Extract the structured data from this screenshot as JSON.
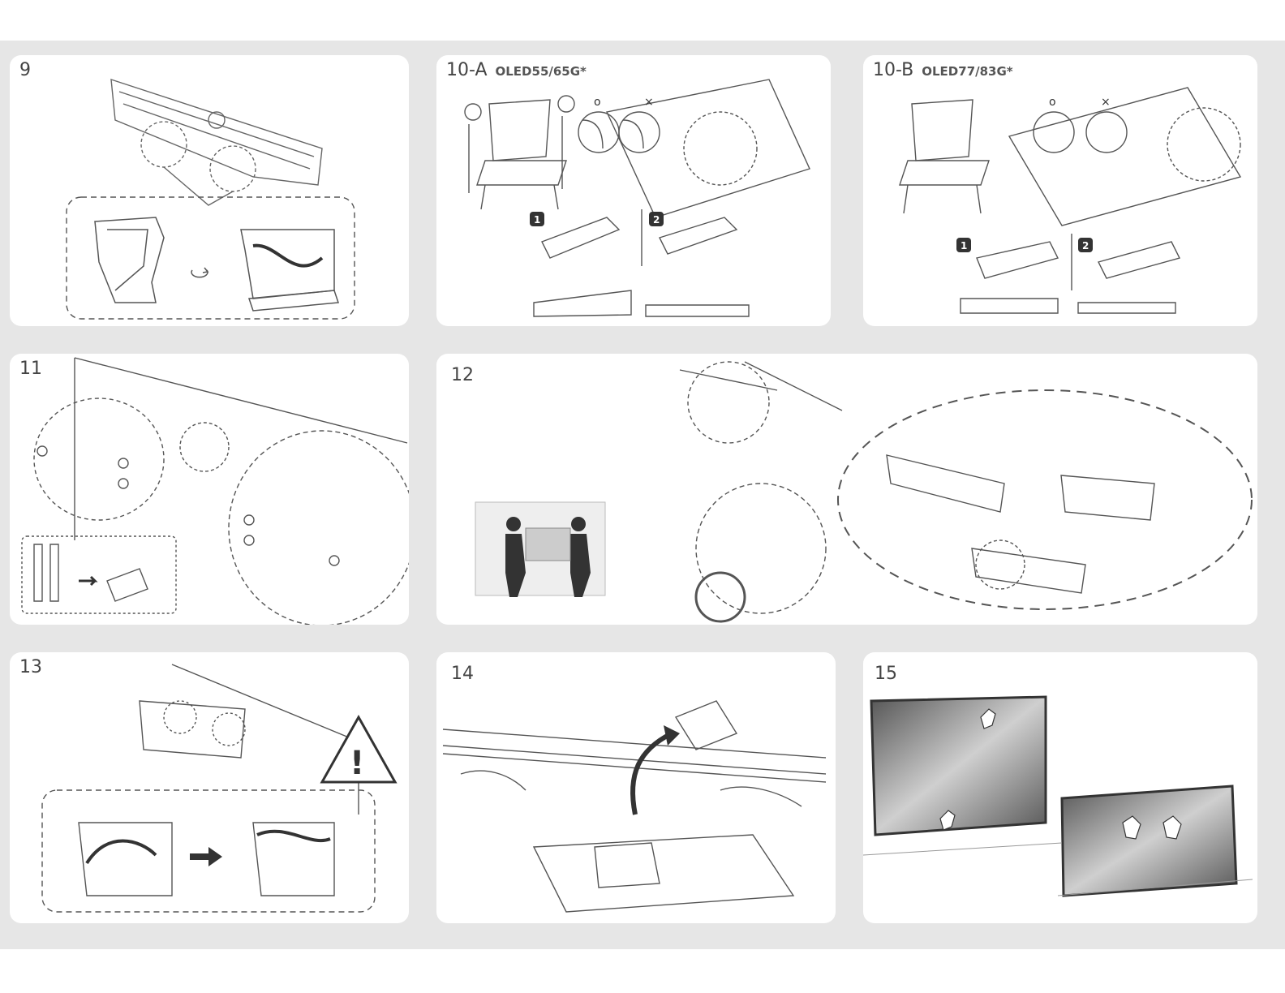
{
  "steps": {
    "s9": {
      "number": "9"
    },
    "s10a": {
      "number": "10-A",
      "model": "OLED55/65G*",
      "ok_mark": "o",
      "ng_mark": "×",
      "badge1": "1",
      "badge2": "2"
    },
    "s10b": {
      "number": "10-B",
      "model": "OLED77/83G*",
      "ok_mark": "o",
      "ng_mark": "×",
      "badge1": "1",
      "badge2": "2"
    },
    "s11": {
      "number": "11"
    },
    "s12": {
      "number": "12"
    },
    "s13": {
      "number": "13",
      "warning_symbol": "!"
    },
    "s14": {
      "number": "14"
    },
    "s15": {
      "number": "15"
    }
  }
}
